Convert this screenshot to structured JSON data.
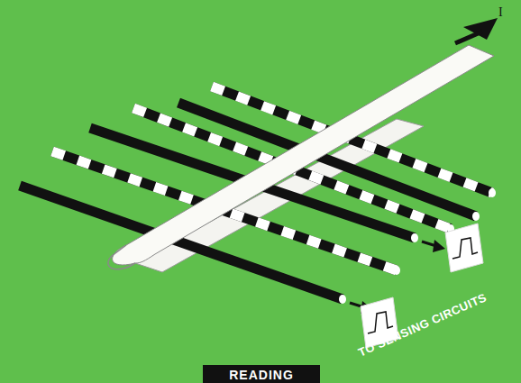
{
  "diagram": {
    "caption": "READING",
    "labels": [
      "I",
      "TO SENSING CIRCUITS"
    ]
  }
}
